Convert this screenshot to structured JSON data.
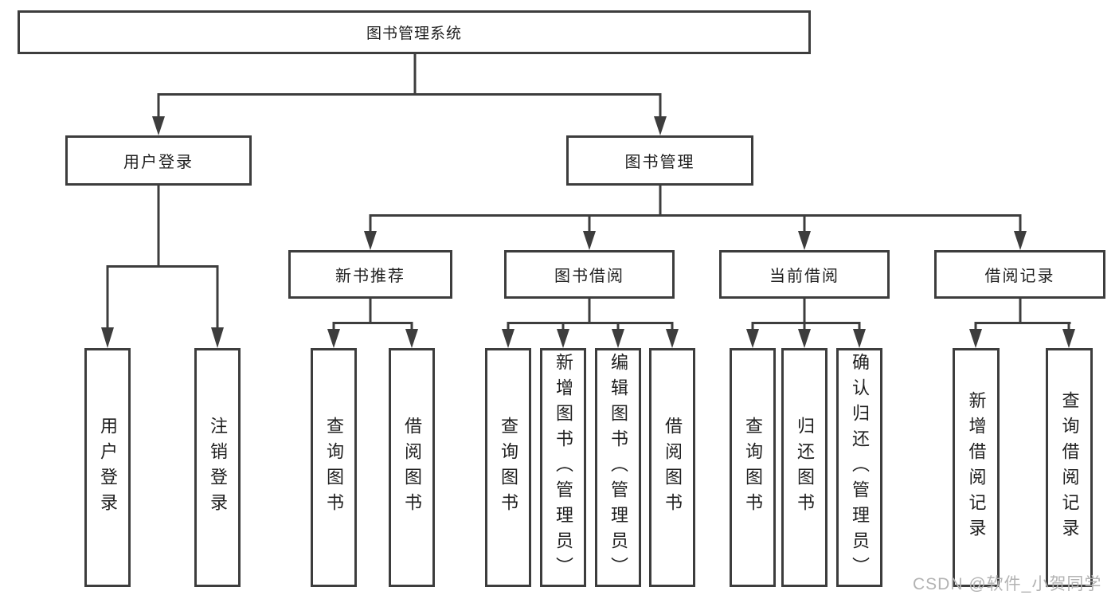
{
  "diagram": {
    "title": "图书管理系统",
    "root": "图书管理系统",
    "branches": {
      "user_login": "用户登录",
      "book_mgmt": "图书管理"
    },
    "sections": {
      "new_books": "新书推荐",
      "book_borrow": "图书借阅",
      "current_borrow": "当前借阅",
      "borrow_records": "借阅记录"
    },
    "leaves": {
      "user_login": "用户登录",
      "logout": "注销登录",
      "nb_query": "查询图书",
      "nb_borrow": "借阅图书",
      "bb_query": "查询图书",
      "bb_add": "新增图书（管理员）",
      "bb_edit": "编辑图书（管理员）",
      "bb_borrow": "借阅图书",
      "cb_query": "查询图书",
      "cb_return": "归还图书",
      "cb_confirm": "确认归还（管理员）",
      "br_add": "新增借阅记录",
      "br_query": "查询借阅记录"
    }
  },
  "watermark": "CSDN @软件_小贺同学",
  "colors": {
    "line": "#3d3d3d",
    "text": "#1f1f1f",
    "watermark": "#b3b3b3",
    "background": "#ffffff"
  }
}
